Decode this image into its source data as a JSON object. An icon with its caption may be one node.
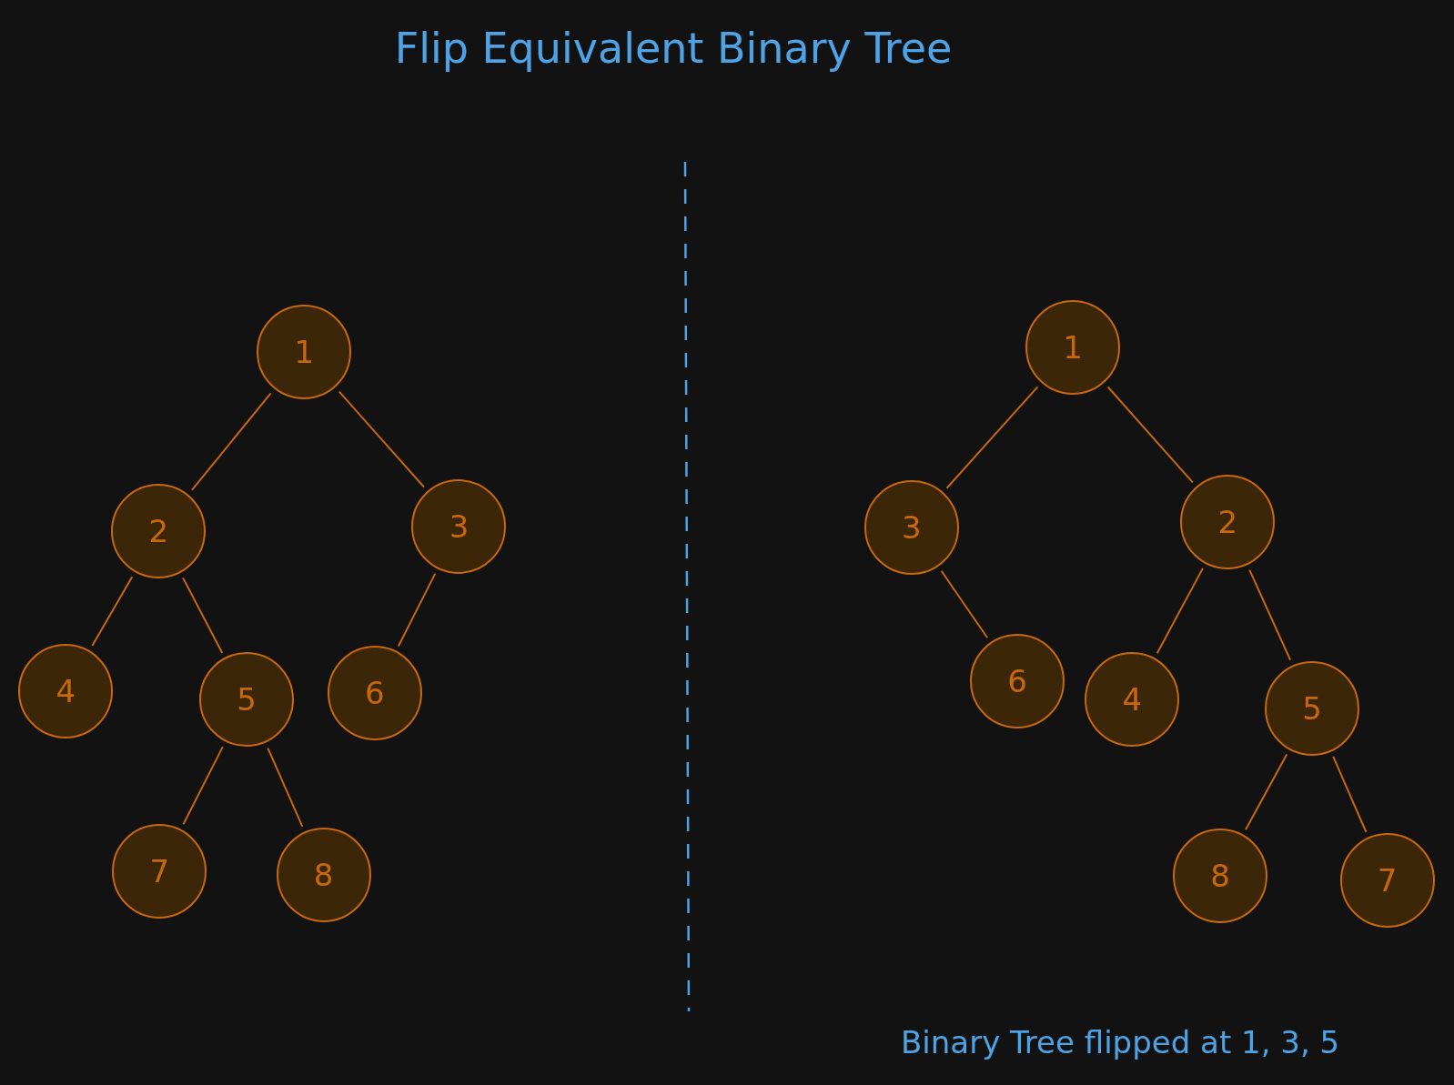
{
  "diagram": {
    "title": "Flip Equivalent Binary Tree",
    "nodes": [
      {
        "text": [
          "1"
        ]
      },
      {
        "text": [
          "2"
        ]
      },
      {
        "text": [
          "3"
        ]
      },
      {
        "text": [
          "4"
        ]
      },
      {
        "text": [
          "5"
        ]
      },
      {
        "text": [
          "6"
        ]
      },
      {
        "text": [
          "7"
        ]
      },
      {
        "text": [
          "8"
        ]
      },
      {
        "text": [
          "1"
        ]
      },
      {
        "text": [
          "3"
        ]
      },
      {
        "text": [
          "2"
        ]
      },
      {
        "text": [
          "6"
        ]
      },
      {
        "text": [
          "4"
        ]
      },
      {
        "text": [
          "5"
        ]
      },
      {
        "text": [
          "8"
        ]
      },
      {
        "text": [
          "7"
        ]
      }
    ],
    "edges": [
      {
        "from": 0,
        "to": 1,
        "arrow": "none"
      },
      {
        "from": 0,
        "to": 2,
        "arrow": "none"
      },
      {
        "from": 1,
        "to": 3,
        "arrow": "none"
      },
      {
        "from": 1,
        "to": 4,
        "arrow": "none"
      },
      {
        "from": 2,
        "to": 5,
        "arrow": "none"
      },
      {
        "from": 4,
        "to": 6,
        "arrow": "none"
      },
      {
        "from": 4,
        "to": 7,
        "arrow": "none"
      },
      {
        "from": 8,
        "to": 9,
        "arrow": "none"
      },
      {
        "from": 8,
        "to": 10,
        "arrow": "none"
      },
      {
        "from": 9,
        "to": 11,
        "arrow": "none"
      },
      {
        "from": 10,
        "to": 12,
        "arrow": "none"
      },
      {
        "from": 10,
        "to": 13,
        "arrow": "none"
      },
      {
        "from": 13,
        "to": 14,
        "arrow": "none"
      },
      {
        "from": 13,
        "to": 15,
        "arrow": "none"
      }
    ],
    "labels": [
      "Binary Tree flipped at 1, 3, 5"
    ]
  }
}
